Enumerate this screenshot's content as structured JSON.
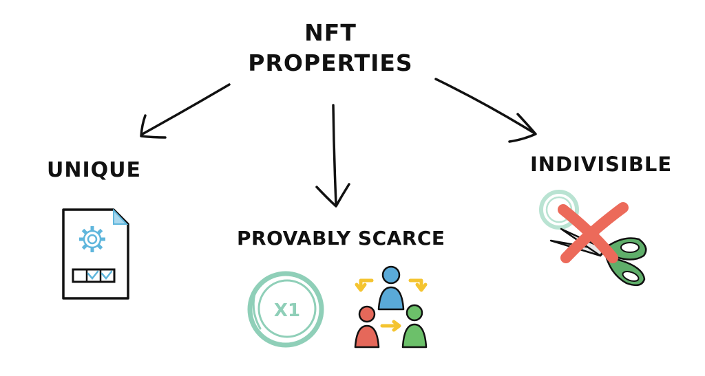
{
  "diagram": {
    "title_line1": "NFT",
    "title_line2": "PROPERTIES",
    "nodes": [
      {
        "id": "unique",
        "label": "UNIQUE",
        "icon": "document-gear-icon"
      },
      {
        "id": "scarce",
        "label": "PROVABLY SCARCE",
        "icon": "coin-x1-icon",
        "icon2": "people-exchange-icon"
      },
      {
        "id": "indivisible",
        "label": "INDIVISIBLE",
        "icon": "scissors-cross-icon"
      }
    ],
    "coin_text": "X1"
  },
  "colors": {
    "ink": "#111111",
    "gear_blue": "#5fb6dc",
    "coin_green": "#8fcfb8",
    "person_blue": "#5aaad8",
    "person_red": "#e5685a",
    "person_green": "#6cc06a",
    "arrow_yellow": "#f4c430",
    "scissors_green": "#5fae6a",
    "cross_red": "#ec6a5a"
  }
}
